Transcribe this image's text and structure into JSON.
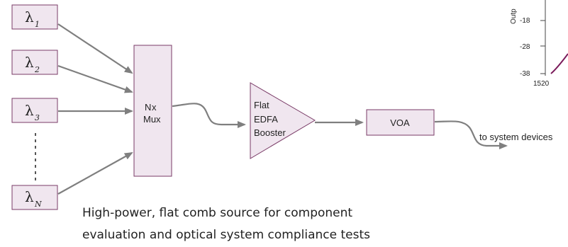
{
  "sources": [
    {
      "symbol": "λ",
      "subscript": "1"
    },
    {
      "symbol": "λ",
      "subscript": "2"
    },
    {
      "symbol": "λ",
      "subscript": "3"
    },
    {
      "symbol": "λ",
      "subscript": "N"
    }
  ],
  "mux": {
    "line1": "N",
    "times": "x",
    "line2": "Mux"
  },
  "booster": {
    "line1": "Flat",
    "line2": "EDFA",
    "line3": "Booster"
  },
  "voa": {
    "label": "VOA"
  },
  "output": {
    "label": "to  system devices"
  },
  "inset_chart": {
    "ylabel": "Outp",
    "yticks": [
      "-18",
      "-28",
      "-38"
    ],
    "xticks": [
      "1520"
    ]
  },
  "caption": {
    "line1": "High-power, flat comb source for component",
    "line2": "evaluation and optical system compliance tests"
  },
  "colors": {
    "box_fill": "#f0e6ef",
    "box_stroke": "#7a3b67",
    "arrow": "#7f7f7f",
    "curve": "#7a1a5a"
  }
}
